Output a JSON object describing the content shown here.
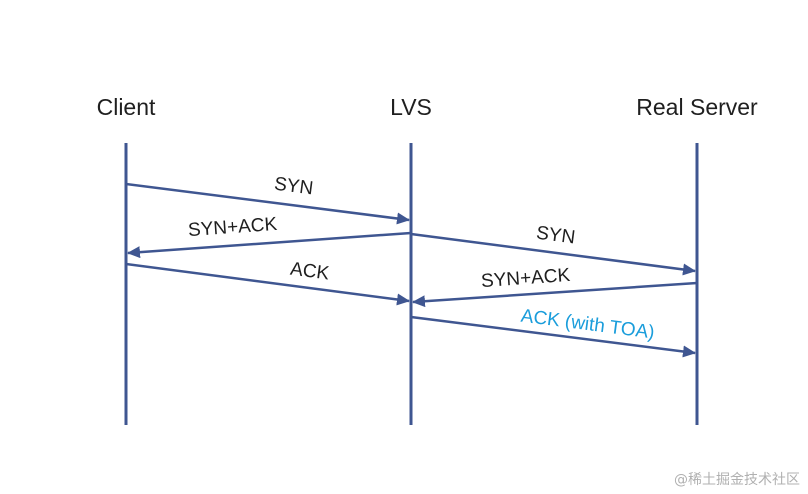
{
  "actors": [
    {
      "id": "client",
      "name": "Client"
    },
    {
      "id": "lvs",
      "name": "LVS"
    },
    {
      "id": "server",
      "name": "Real Server"
    }
  ],
  "messages": [
    {
      "label": "SYN",
      "from": "client",
      "to": "lvs",
      "color": "#3f5691"
    },
    {
      "label": "SYN+ACK",
      "from": "lvs",
      "to": "client",
      "color": "#3f5691"
    },
    {
      "label": "SYN",
      "from": "lvs",
      "to": "server",
      "color": "#3f5691"
    },
    {
      "label": "ACK",
      "from": "client",
      "to": "lvs",
      "color": "#3f5691"
    },
    {
      "label": "SYN+ACK",
      "from": "server",
      "to": "lvs",
      "color": "#3f5691"
    },
    {
      "label": "ACK (with TOA)",
      "from": "lvs",
      "to": "server",
      "color": "#1a9ddb"
    }
  ],
  "colors": {
    "lifeline": "#3f5691",
    "accent": "#1a9ddb",
    "text": "#1f1f1f"
  },
  "watermark": "@稀土掘金技术社区"
}
